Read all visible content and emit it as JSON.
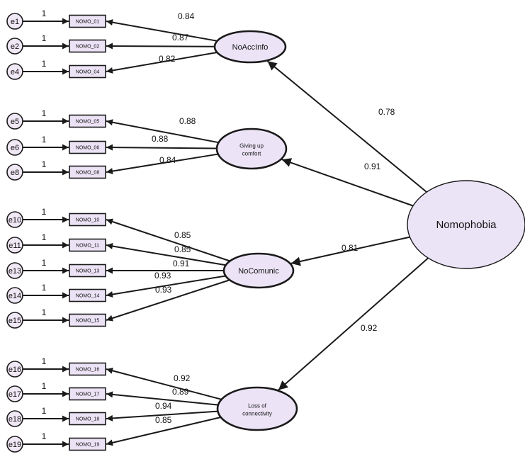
{
  "top_factor": {
    "label": "Nomophobia"
  },
  "factors": [
    {
      "label_lines": [
        "NoAccInfo"
      ],
      "path_coefficient": "0.78",
      "indicators": [
        {
          "error": "e1",
          "fixed_weight": "1",
          "name": "NOMO_01",
          "loading": "0.84"
        },
        {
          "error": "e2",
          "fixed_weight": "1",
          "name": "NOMO_02",
          "loading": "0.87"
        },
        {
          "error": "e4",
          "fixed_weight": "1",
          "name": "NOMO_04",
          "loading": "0.82"
        }
      ]
    },
    {
      "label_lines": [
        "Giving up",
        "comfort"
      ],
      "path_coefficient": "0.91",
      "indicators": [
        {
          "error": "e5",
          "fixed_weight": "1",
          "name": "NOMO_05",
          "loading": "0.88"
        },
        {
          "error": "e6",
          "fixed_weight": "1",
          "name": "NOMO_06",
          "loading": "0.88"
        },
        {
          "error": "e8",
          "fixed_weight": "1",
          "name": "NOMO_08",
          "loading": "0.84"
        }
      ]
    },
    {
      "label_lines": [
        "NoComunic"
      ],
      "path_coefficient": "0.81",
      "indicators": [
        {
          "error": "e10",
          "fixed_weight": "1",
          "name": "NOMO_10",
          "loading": "0.85"
        },
        {
          "error": "e11",
          "fixed_weight": "1",
          "name": "NOMO_11",
          "loading": "0.85"
        },
        {
          "error": "e13",
          "fixed_weight": "1",
          "name": "NOMO_13",
          "loading": "0.91"
        },
        {
          "error": "e14",
          "fixed_weight": "1",
          "name": "NOMO_14",
          "loading": "0.93"
        },
        {
          "error": "e15",
          "fixed_weight": "1",
          "name": "NOMO_15",
          "loading": "0.93"
        }
      ]
    },
    {
      "label_lines": [
        "Loss of",
        "connectivity"
      ],
      "path_coefficient": "0.92",
      "indicators": [
        {
          "error": "e16",
          "fixed_weight": "1",
          "name": "NOMO_16",
          "loading": "0.92"
        },
        {
          "error": "e17",
          "fixed_weight": "1",
          "name": "NOMO_17",
          "loading": "0.89"
        },
        {
          "error": "e18",
          "fixed_weight": "1",
          "name": "NOMO_18",
          "loading": "0.94"
        },
        {
          "error": "e19",
          "fixed_weight": "1",
          "name": "NOMO_19",
          "loading": "0.85"
        }
      ]
    }
  ]
}
